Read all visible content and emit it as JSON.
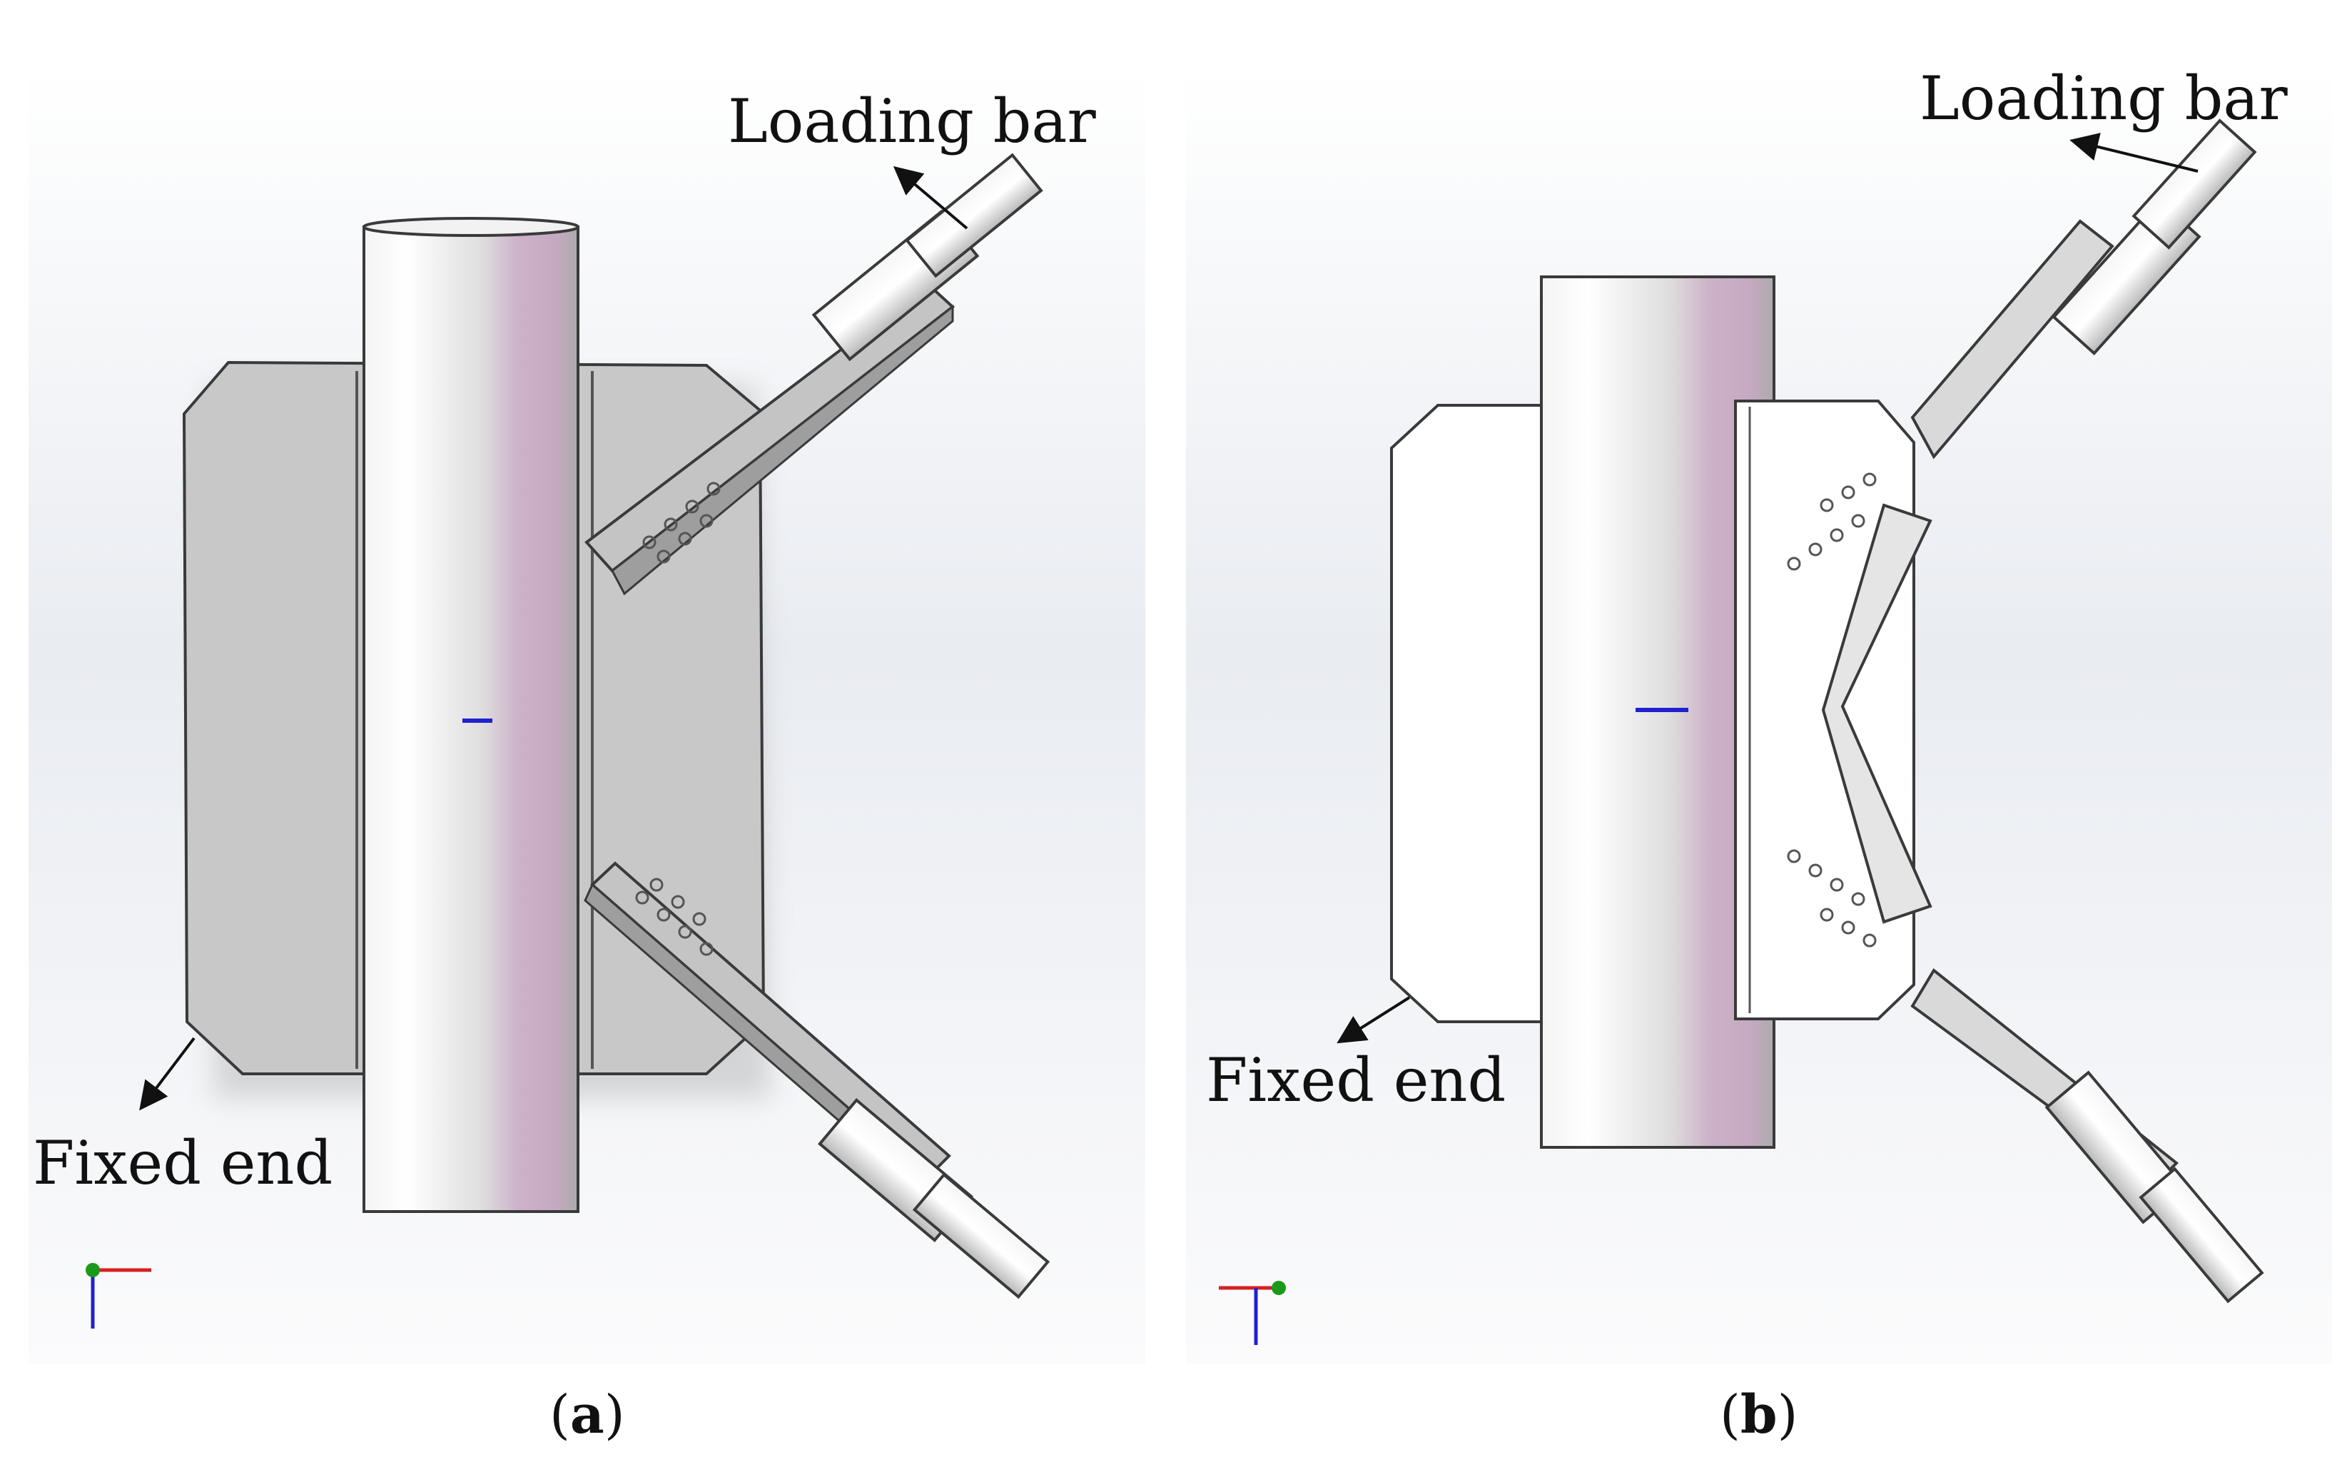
{
  "panels": [
    {
      "id": "a",
      "caption_letter": "a",
      "labels": {
        "loading_bar": "Loading bar",
        "fixed_end": "Fixed end"
      }
    },
    {
      "id": "b",
      "caption_letter": "b",
      "labels": {
        "loading_bar": "Loading bar",
        "fixed_end": "Fixed end"
      }
    }
  ],
  "colors": {
    "plate_gray": "#c8c8c8",
    "plate_white": "#ffffff",
    "outline": "#3a3a3a",
    "tube_tint": "#cdb2c9",
    "axis_red": "#d62020",
    "axis_green": "#1a9a1a",
    "axis_blue": "#2020d0"
  }
}
